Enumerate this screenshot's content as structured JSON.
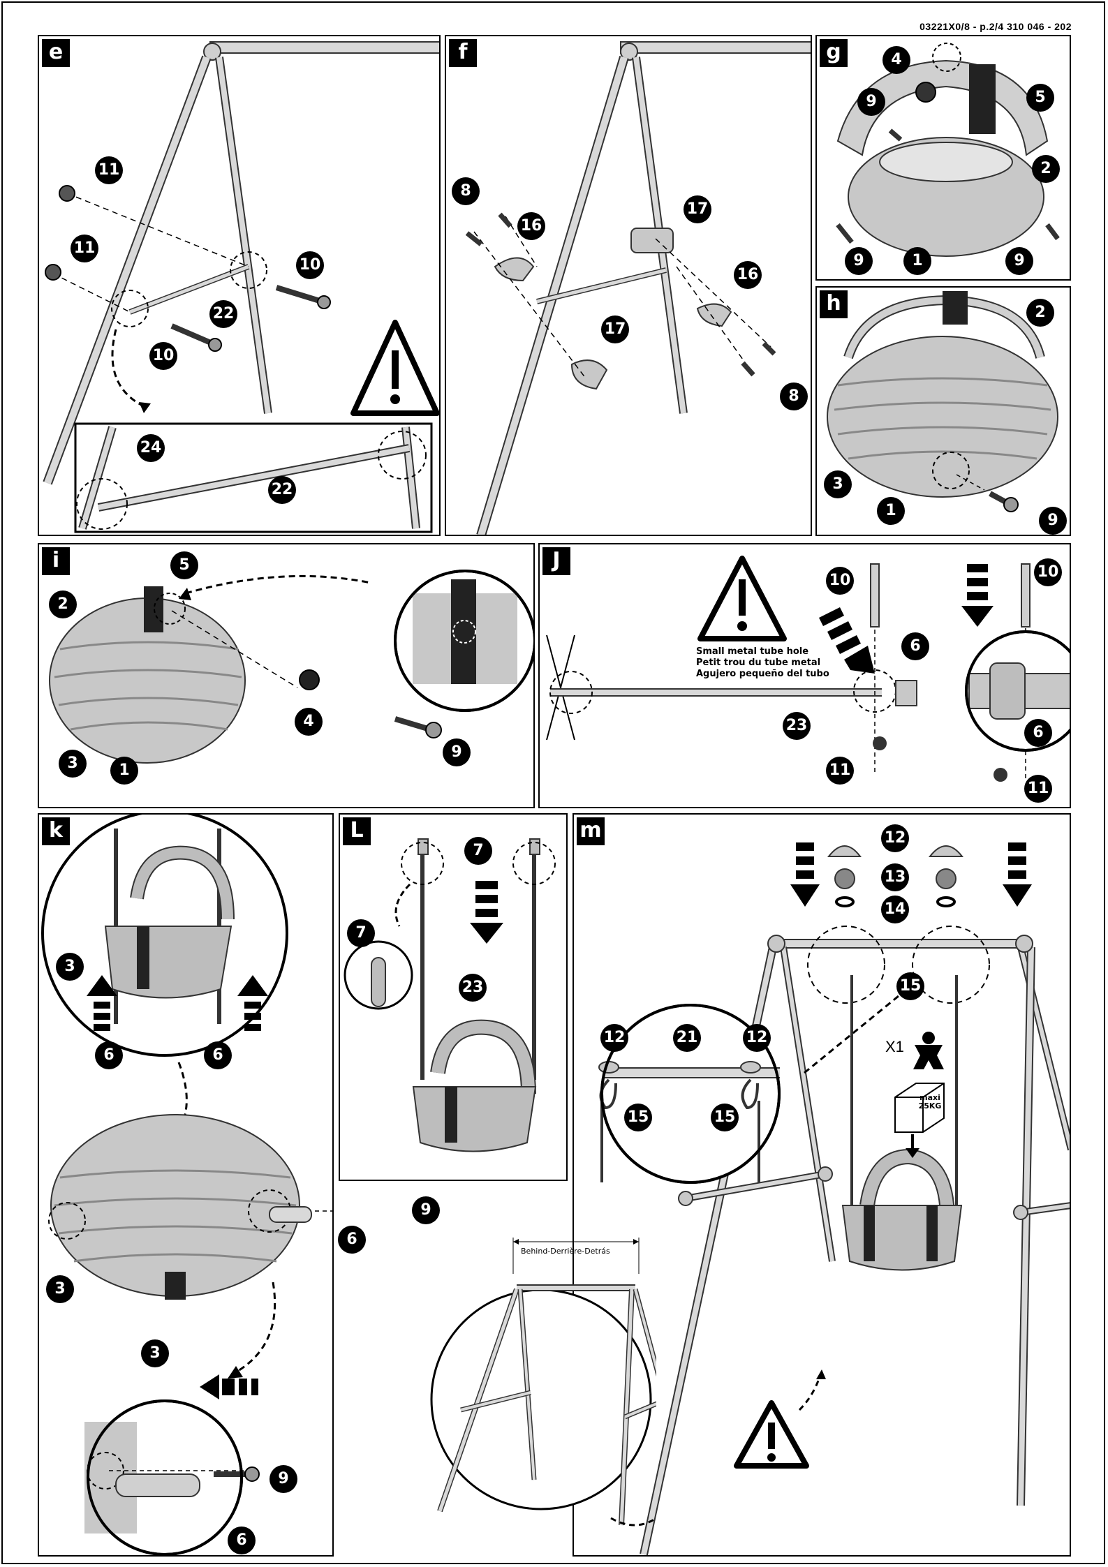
{
  "header": {
    "ref": "03221X0/8 - p.2/4  310 046 - 202"
  },
  "panels": {
    "e": {
      "label": "e",
      "callouts": [
        "11",
        "11",
        "10",
        "22",
        "10",
        "24",
        "22"
      ]
    },
    "f": {
      "label": "f",
      "callouts": [
        "8",
        "16",
        "17",
        "17",
        "16",
        "8"
      ]
    },
    "g": {
      "label": "g",
      "callouts": [
        "4",
        "5",
        "9",
        "2",
        "9",
        "1",
        "9"
      ]
    },
    "h": {
      "label": "h",
      "callouts": [
        "2",
        "3",
        "1",
        "9"
      ]
    },
    "i": {
      "label": "i",
      "callouts": [
        "5",
        "2",
        "4",
        "9",
        "3",
        "1"
      ]
    },
    "j": {
      "label": "J",
      "callouts": [
        "10",
        "6",
        "23",
        "11",
        "10",
        "6",
        "11"
      ],
      "warning_lines": [
        "Small metal tube hole",
        "Petit trou du tube metal",
        "Agujero pequeño del tubo"
      ]
    },
    "k": {
      "label": "k",
      "callouts": [
        "3",
        "6",
        "6",
        "9",
        "6",
        "3",
        "3",
        "9",
        "6"
      ]
    },
    "l": {
      "label": "L",
      "callouts": [
        "7",
        "7",
        "23"
      ]
    },
    "m": {
      "label": "m",
      "callouts": [
        "12",
        "13",
        "14",
        "15",
        "12",
        "21",
        "12",
        "15",
        "15"
      ],
      "dimension_label": "Behind-Derrière-Detrás",
      "child_count": "X1",
      "max_load_top": "maxi",
      "max_load_value": "25KG"
    }
  }
}
